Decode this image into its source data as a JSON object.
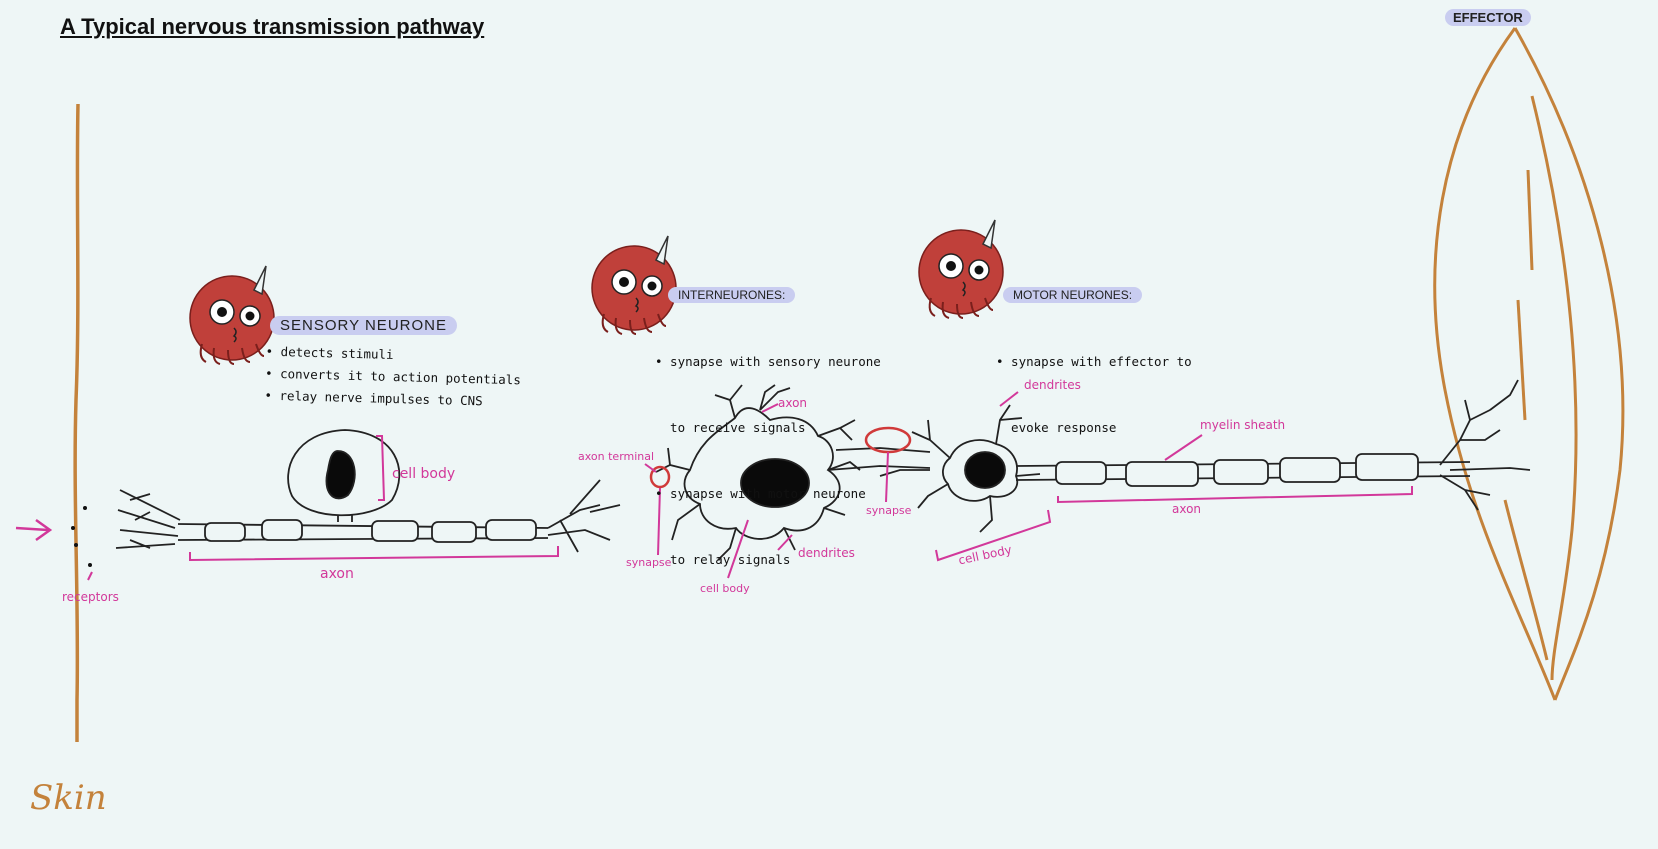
{
  "title": "A Typical nervous transmission pathway",
  "effector_label": "EFFECTOR",
  "skin_label": "Skin",
  "sensory": {
    "heading": "SENSORY NEURONE",
    "notes": [
      "• detects stimuli",
      "• converts it to action potentials",
      "• relay nerve impulses to CNS"
    ]
  },
  "inter": {
    "heading": "INTERNEURONES:",
    "notes": [
      "• synapse with sensory neurone",
      "  to receive signals",
      "• synapse with motor neurone",
      "  to relay signals"
    ]
  },
  "motor": {
    "heading": "MOTOR NEURONES:",
    "notes": [
      "• synapse with effector to",
      "  evoke response"
    ]
  },
  "labels": {
    "receptors": "receptors",
    "axon_sensory": "axon",
    "cell_body_sensory": "cell  body",
    "axon_terminal": "axon terminal",
    "synapse_1": "synapse",
    "axon_inter": "axon",
    "cell_body_inter": "cell body",
    "dendrites_inter": "dendrites",
    "synapse_2": "synapse",
    "dendrites_motor": "dendrites",
    "cell_body_motor": "cell body",
    "myelin_sheath": "myelin sheath",
    "axon_motor": "axon"
  },
  "colors": {
    "background": "#eef6f6",
    "label_pink": "#d2389a",
    "skin_brown": "#c4823b",
    "highlight": "#c9cdf0",
    "mascot_red": "#c0403a",
    "synapse_ring": "#d03a3a"
  },
  "icons": [
    "mascot-icon",
    "stimulus-arrow-icon"
  ]
}
